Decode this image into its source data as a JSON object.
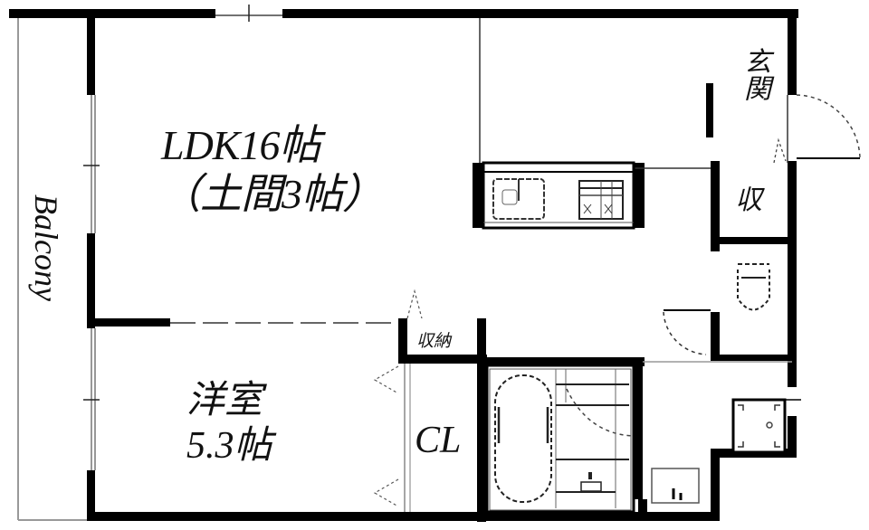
{
  "floorplan": {
    "rooms": [
      {
        "id": "ldk",
        "label_line1": "LDK16帖",
        "label_line2": "（土間3帖）"
      },
      {
        "id": "western_room",
        "label_line1": "洋室",
        "label_line2": "5.3帖"
      },
      {
        "id": "closet",
        "label": "CL"
      },
      {
        "id": "storage_small",
        "label": "収納"
      },
      {
        "id": "entrance",
        "label": "玄関"
      },
      {
        "id": "shoe_storage",
        "label": "収"
      },
      {
        "id": "balcony",
        "label": "Balcony"
      }
    ],
    "fixtures": [
      "kitchen-sink",
      "stove",
      "bathtub",
      "toilet",
      "washbasin",
      "washing-machine-pan"
    ],
    "colors": {
      "wall": "#000000",
      "line": "#333333",
      "background": "#ffffff"
    }
  }
}
